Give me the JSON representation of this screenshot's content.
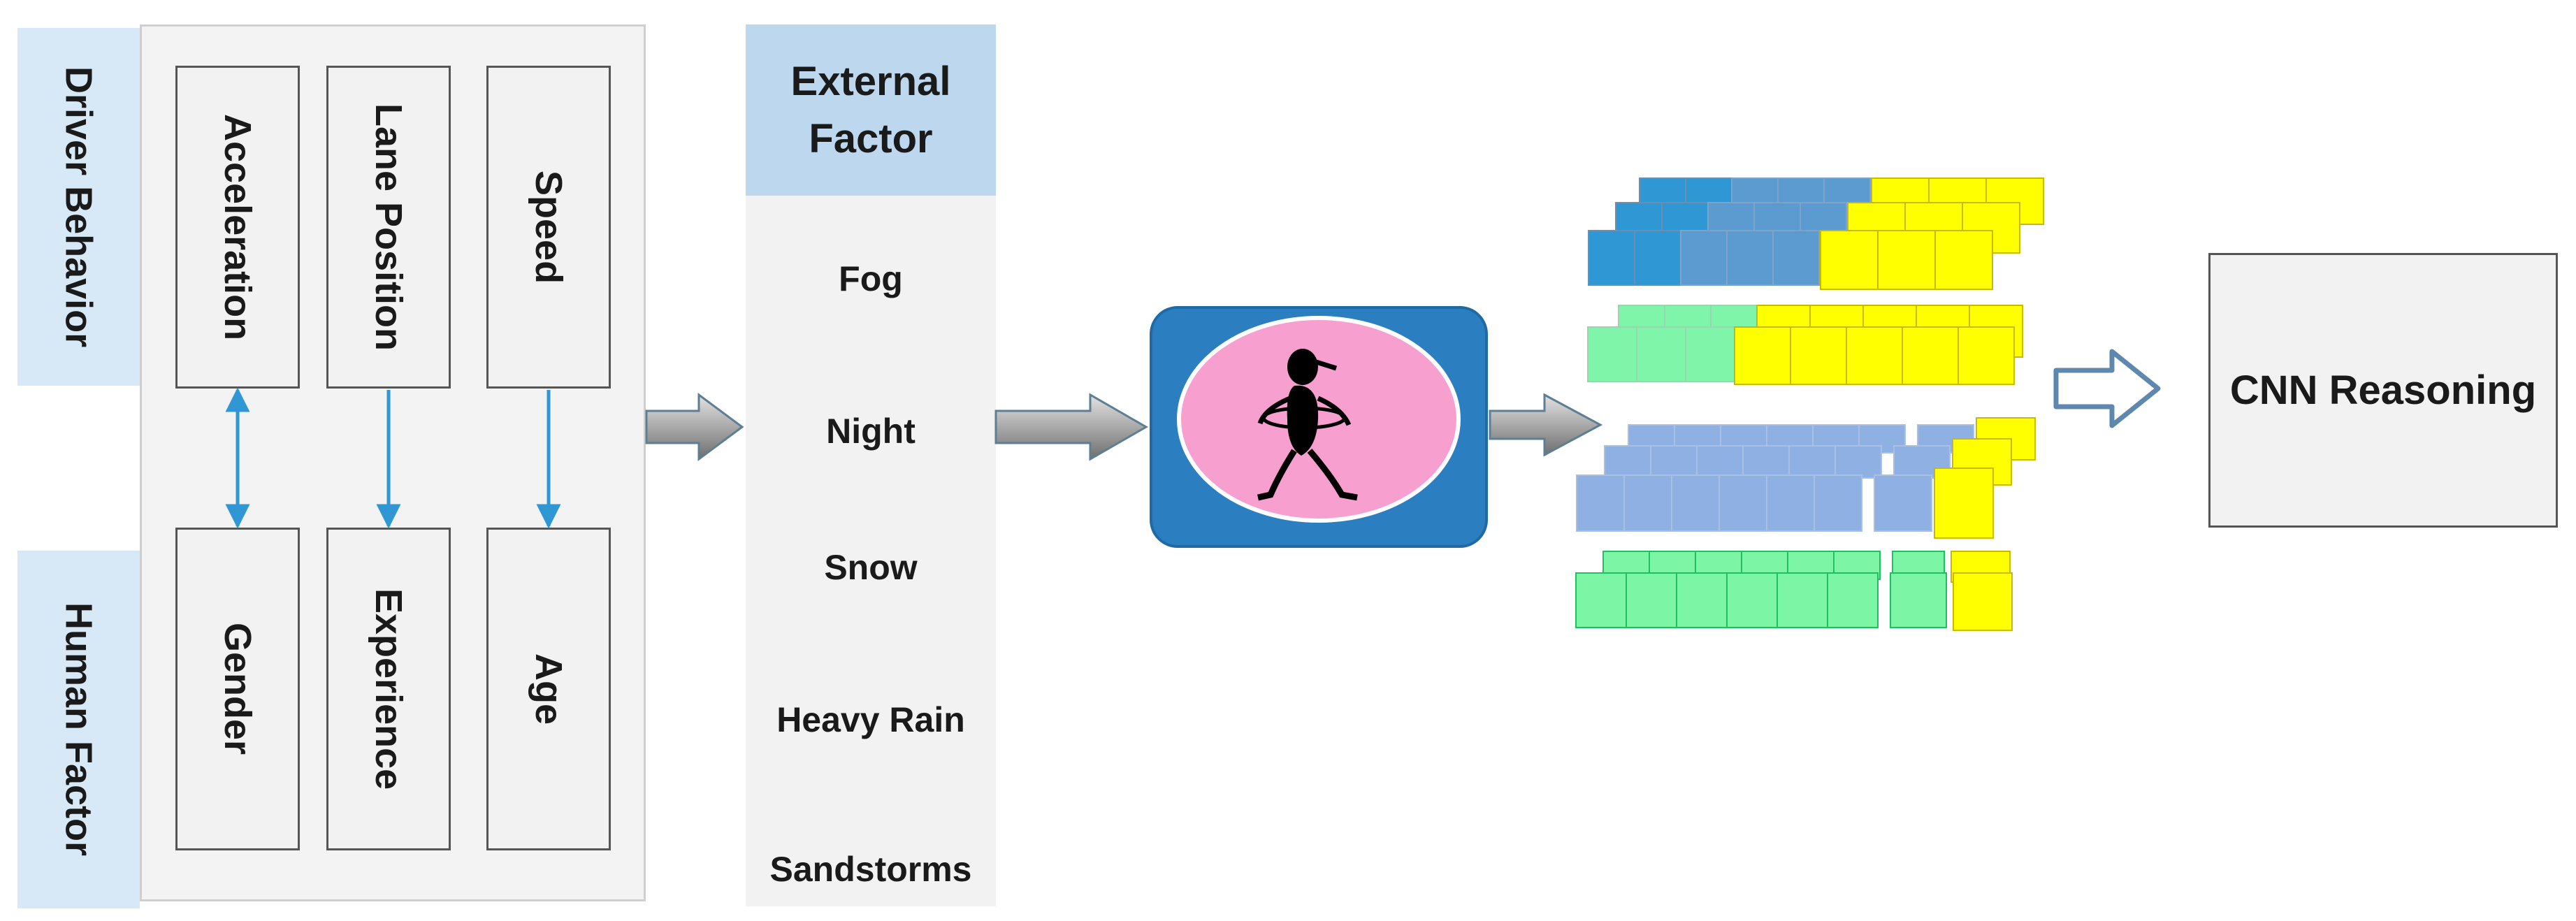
{
  "side_labels": {
    "top": "Driver Behavior",
    "bottom": "Human Factor"
  },
  "attributes": {
    "top": [
      "Acceleration",
      "Lane Position",
      "Speed"
    ],
    "bottom": [
      "Gender",
      "Experience",
      "Age"
    ]
  },
  "external": {
    "header_line1": "External",
    "header_line2": "Factor",
    "items": [
      "Fog",
      "Night",
      "Snow",
      "Heavy Rain",
      "Sandstorms"
    ]
  },
  "output": {
    "label": "CNN Reasoning"
  },
  "icons": {
    "pipeline_arrow": "gray-block-arrow-icon",
    "final_arrow": "blue-outline-arrow-icon",
    "figure": "hula-hoop-figure-icon"
  },
  "colors": {
    "side_label_bg": "#d7e8f7",
    "header_bg": "#bdd7ef",
    "connector": "#2e97d4",
    "figure_frame": "#2b7fc1",
    "figure_circle": "#f7a0d0",
    "cell_blue": "#2e97d4",
    "cell_steel": "#5b9bd0",
    "cell_periwinkle": "#8fb0e2",
    "cell_mint": "#7ef5a8",
    "cell_green": "#7cf5a4",
    "cell_yellow": "#ffff00"
  }
}
